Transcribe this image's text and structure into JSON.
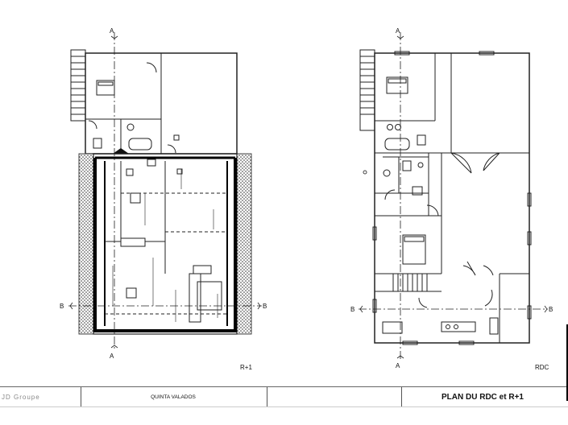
{
  "sheet": {
    "title": "PLAN DU RDC et R+1",
    "project": "QUINTA VALADOS",
    "company": "JD Groupe"
  },
  "plans": {
    "upper": {
      "label": "R+1"
    },
    "ground": {
      "label": "RDC"
    }
  },
  "section_marks": {
    "a": "A",
    "b": "B"
  }
}
